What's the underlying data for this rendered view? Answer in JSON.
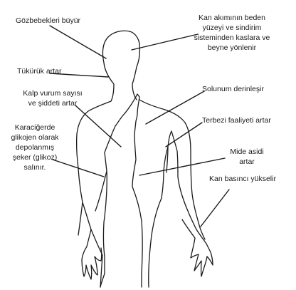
{
  "labels": {
    "pupils": "Gözbebekleri büyür",
    "blood_flow": [
      "Kan akımının beden",
      "yüzeyi ve sindirim",
      "sisteminden kaslara ve",
      "beyne yönlenir"
    ],
    "saliva": "Tükürük artar",
    "heart": [
      "Kalp vurum sayısı",
      "ve şiddeti artar"
    ],
    "breathing": "Solunum derinleşir",
    "sweat": "Terbezi faaliyeti artar",
    "liver": [
      "Karaciğerde",
      "glikojen olarak",
      "depolanmış",
      "şeker (glikoz)",
      "salınır."
    ],
    "stomach": [
      "Mide asidi",
      "artar"
    ],
    "blood_pressure": "Kan basıncı yükselir"
  }
}
